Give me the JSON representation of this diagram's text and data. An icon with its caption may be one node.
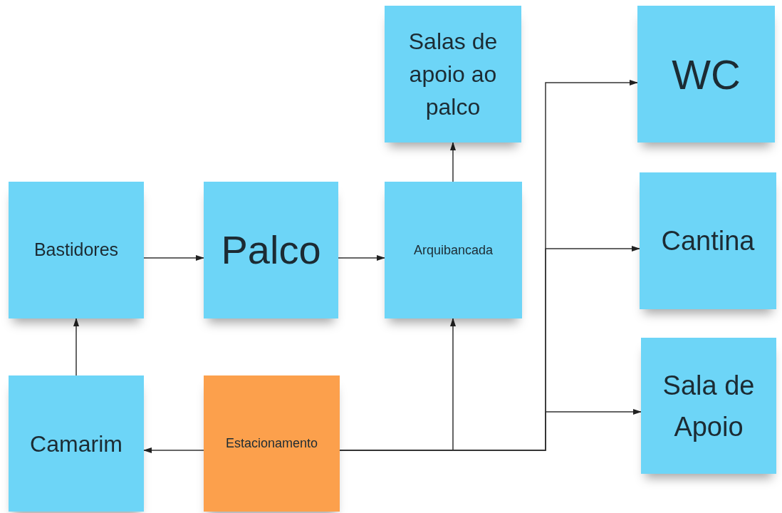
{
  "diagram": {
    "nodes": [
      {
        "text": [
          "Salas de apoio ao palco"
        ]
      },
      {
        "text": [
          "WC"
        ]
      },
      {
        "text": [
          "Bastidores"
        ]
      },
      {
        "text": [
          "Palco"
        ]
      },
      {
        "text": [
          "Arquibancada"
        ]
      },
      {
        "text": [
          "Cantina"
        ]
      },
      {
        "text": [
          "Sala de Apoio"
        ]
      },
      {
        "text": [
          "Camarim"
        ]
      },
      {
        "text": [
          "Estacionamento"
        ]
      }
    ],
    "edges": [
      {
        "from": 2,
        "to": 3,
        "arrow": "to"
      },
      {
        "from": 3,
        "to": 4,
        "arrow": "to"
      },
      {
        "from": 4,
        "to": 0,
        "arrow": "to"
      },
      {
        "from": 7,
        "to": 2,
        "arrow": "to"
      },
      {
        "from": 8,
        "to": 7,
        "arrow": "to"
      },
      {
        "from": 8,
        "to": 4,
        "arrow": "to"
      },
      {
        "from": 8,
        "to": 1,
        "arrow": "to"
      },
      {
        "from": 8,
        "to": 5,
        "arrow": "to"
      },
      {
        "from": 8,
        "to": 6,
        "arrow": "to"
      }
    ]
  }
}
